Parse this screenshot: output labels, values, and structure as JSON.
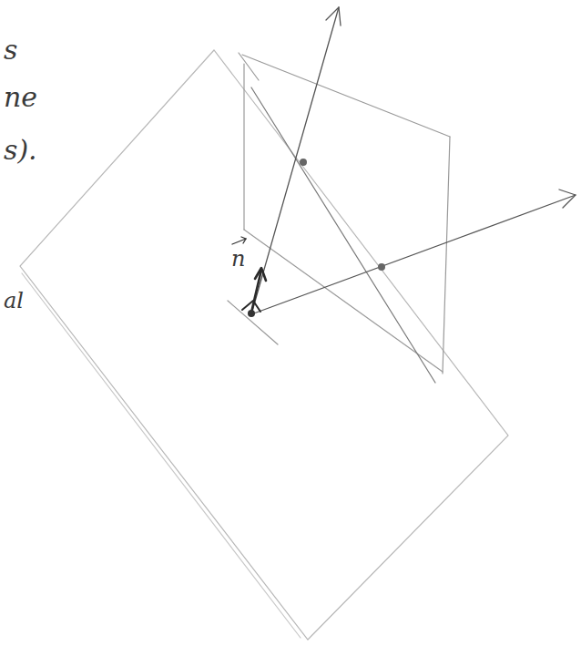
{
  "diagram": {
    "labels": [
      "s",
      "ne",
      "s).",
      "al",
      "n"
    ]
  }
}
